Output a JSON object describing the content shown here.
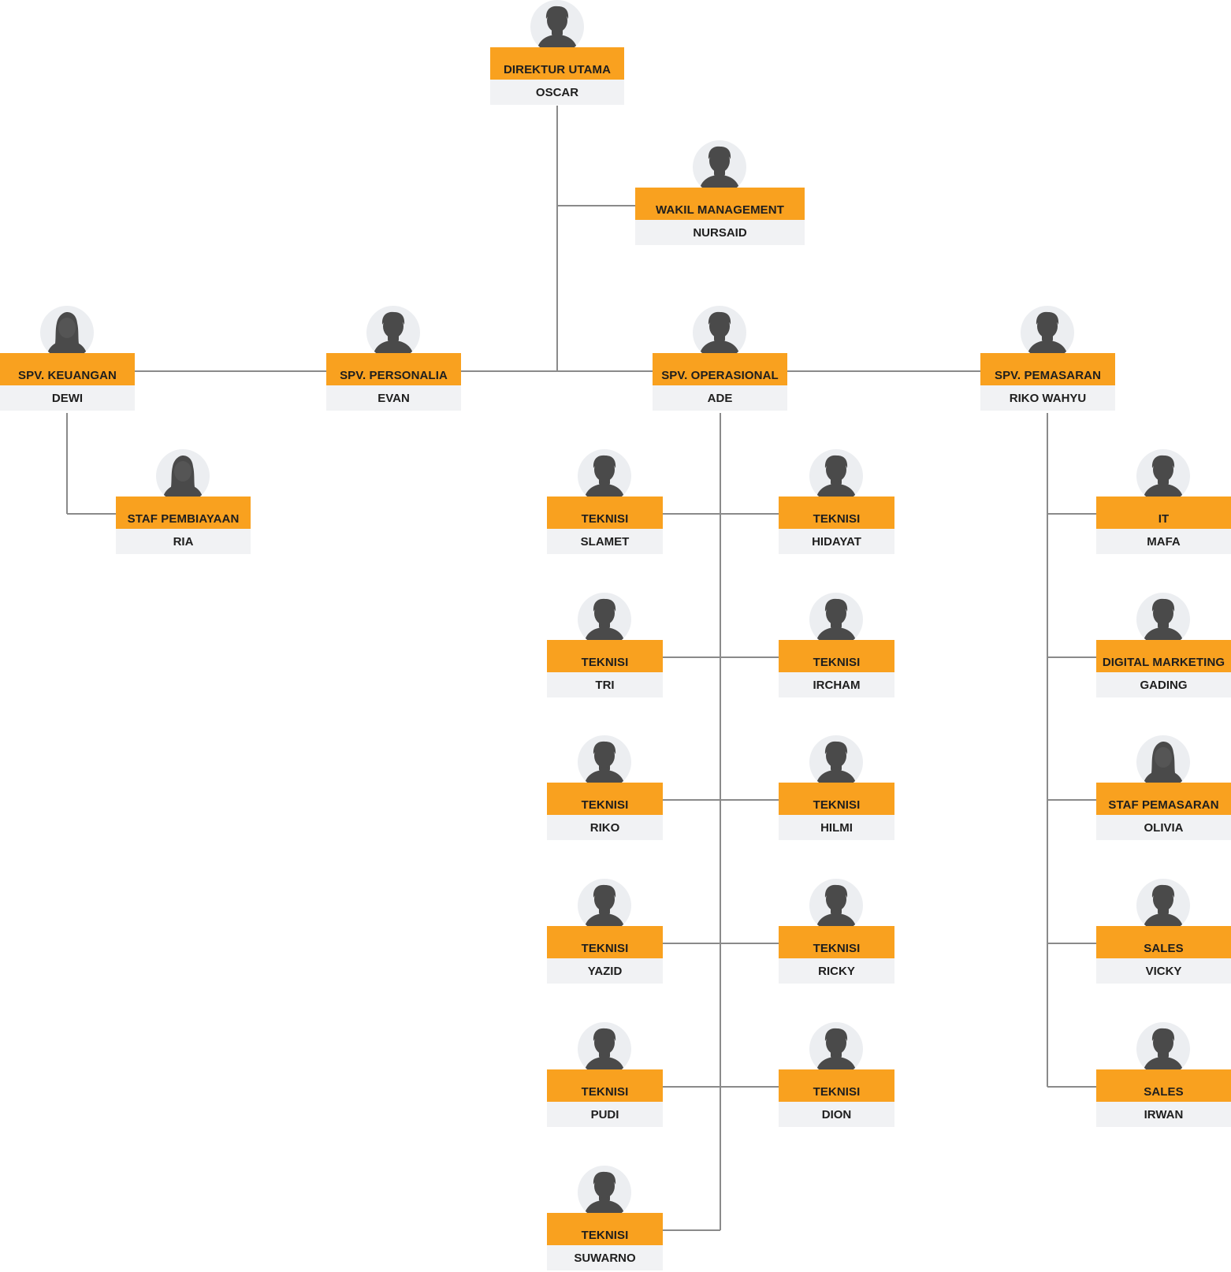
{
  "colors": {
    "accent": "#f9a11f",
    "name_bg": "#f1f2f4",
    "line": "#8a8a8a",
    "avatar_bg": "#eceef1",
    "avatar_fg": "#4a4a4a"
  },
  "nodes": [
    {
      "id": "direktur-utama",
      "role": "DIREKTUR UTAMA",
      "name": "OSCAR",
      "avatar": "male-avatar-icon"
    },
    {
      "id": "wakil-management",
      "role": "WAKIL MANAGEMENT",
      "name": "NURSAID",
      "avatar": "male-avatar-icon"
    },
    {
      "id": "spv-keuangan",
      "role": "SPV. KEUANGAN",
      "name": "DEWI",
      "avatar": "female-avatar-icon"
    },
    {
      "id": "spv-personalia",
      "role": "SPV. PERSONALIA",
      "name": "EVAN",
      "avatar": "male-avatar-icon"
    },
    {
      "id": "spv-operasional",
      "role": "SPV. OPERASIONAL",
      "name": "ADE",
      "avatar": "male-avatar-icon"
    },
    {
      "id": "spv-pemasaran",
      "role": "SPV. PEMASARAN",
      "name": "RIKO WAHYU",
      "avatar": "male-avatar-icon"
    },
    {
      "id": "staf-pembiayaan",
      "role": "STAF PEMBIAYAAN",
      "name": "RIA",
      "avatar": "female-avatar-icon"
    },
    {
      "id": "teknisi-slamet",
      "role": "TEKNISI",
      "name": "SLAMET",
      "avatar": "male-avatar-icon"
    },
    {
      "id": "teknisi-hidayat",
      "role": "TEKNISI",
      "name": "HIDAYAT",
      "avatar": "male-avatar-icon"
    },
    {
      "id": "teknisi-tri",
      "role": "TEKNISI",
      "name": "TRI",
      "avatar": "male-avatar-icon"
    },
    {
      "id": "teknisi-ircham",
      "role": "TEKNISI",
      "name": "IRCHAM",
      "avatar": "male-avatar-icon"
    },
    {
      "id": "teknisi-riko",
      "role": "TEKNISI",
      "name": "RIKO",
      "avatar": "male-avatar-icon"
    },
    {
      "id": "teknisi-hilmi",
      "role": "TEKNISI",
      "name": "HILMI",
      "avatar": "male-avatar-icon"
    },
    {
      "id": "teknisi-yazid",
      "role": "TEKNISI",
      "name": "YAZID",
      "avatar": "male-avatar-icon"
    },
    {
      "id": "teknisi-ricky",
      "role": "TEKNISI",
      "name": "RICKY",
      "avatar": "male-avatar-icon"
    },
    {
      "id": "teknisi-pudi",
      "role": "TEKNISI",
      "name": "PUDI",
      "avatar": "male-avatar-icon"
    },
    {
      "id": "teknisi-dion",
      "role": "TEKNISI",
      "name": "DION",
      "avatar": "male-avatar-icon"
    },
    {
      "id": "teknisi-suwarno",
      "role": "TEKNISI",
      "name": "SUWARNO",
      "avatar": "male-avatar-icon"
    },
    {
      "id": "it-mafa",
      "role": "IT",
      "name": "MAFA",
      "avatar": "male-avatar-icon"
    },
    {
      "id": "digital-marketing-gading",
      "role": "DIGITAL MARKETING",
      "name": "GADING",
      "avatar": "male-avatar-icon"
    },
    {
      "id": "staf-pemasaran-olivia",
      "role": "STAF PEMASARAN",
      "name": "OLIVIA",
      "avatar": "female-avatar-icon"
    },
    {
      "id": "sales-vicky",
      "role": "SALES",
      "name": "VICKY",
      "avatar": "male-avatar-icon"
    },
    {
      "id": "sales-irwan",
      "role": "SALES",
      "name": "IRWAN",
      "avatar": "male-avatar-icon"
    }
  ]
}
